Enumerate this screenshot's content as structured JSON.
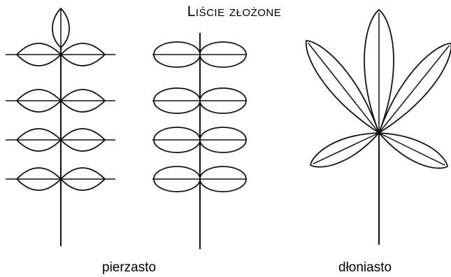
{
  "title": "Liście złożone",
  "captions": {
    "pinnate": "pierzasto",
    "palmate": "dłoniasto"
  }
}
